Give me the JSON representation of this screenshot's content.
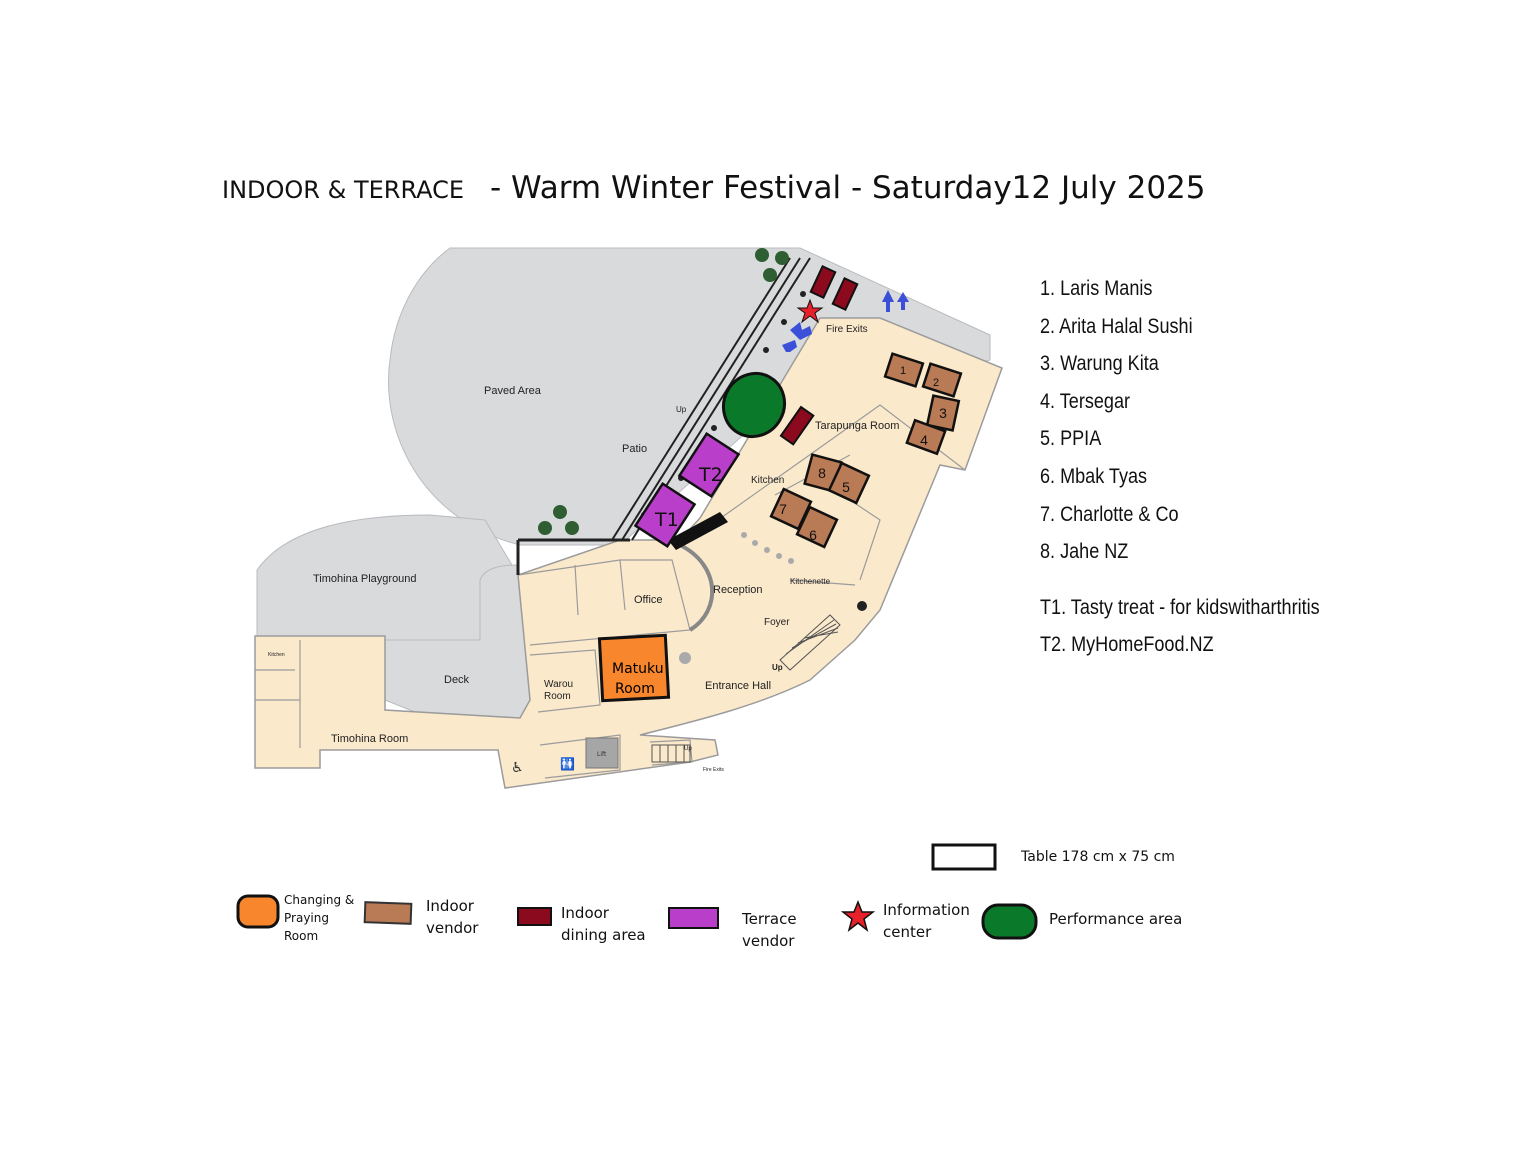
{
  "title": {
    "section": "INDOOR & TERRACE",
    "event": "- Warm Winter Festival - Saturday12 July 2025"
  },
  "map": {
    "areas": {
      "paved_area": "Paved Area",
      "patio": "Patio",
      "timohina_playground": "Timohina   Playground",
      "deck": "Deck",
      "fire_exits": "Fire Exits",
      "tarapunga_room": "Tarapunga    Room",
      "kitchen": "Kitchen",
      "office": "Office",
      "reception": "Reception",
      "foyer": "Foyer",
      "entrance_hall": "Entrance Hall",
      "warou_room_1": "Warou",
      "warou_room_2": "Room",
      "timohina_room": "Timohina    Room",
      "kitchenette": "Kitchenette",
      "up_patio": "Up",
      "up_stairs": "Up",
      "up_bottom": "Up",
      "kitchen_small": "Kitchen",
      "lift": "Lift",
      "fire_exits_small": "Fire Exits",
      "matuku_1": "Matuku",
      "matuku_2": "Room"
    },
    "stalls": [
      {
        "id": "stall-1",
        "label": "1"
      },
      {
        "id": "stall-2",
        "label": "2"
      },
      {
        "id": "stall-3",
        "label": "3"
      },
      {
        "id": "stall-4",
        "label": "4"
      },
      {
        "id": "stall-5",
        "label": "5"
      },
      {
        "id": "stall-6",
        "label": "6"
      },
      {
        "id": "stall-7",
        "label": "7"
      },
      {
        "id": "stall-8",
        "label": "8"
      },
      {
        "id": "stall-t1",
        "label": "T1"
      },
      {
        "id": "stall-t2",
        "label": "T2"
      }
    ]
  },
  "vendors": [
    "1. Laris Manis",
    "2. Arita Halal Sushi",
    "3. Warung Kita",
    "4. Tersegar",
    "5. PPIA",
    "6. Mbak Tyas",
    "7. Charlotte & Co",
    "8. Jahe NZ"
  ],
  "terrace_vendors": [
    "T1. Tasty treat - for kidswitharthritis",
    "T2. MyHomeFood.NZ"
  ],
  "legend": {
    "table": "Table 178 cm x 75 cm",
    "changing_room": [
      "Changing &",
      "Praying",
      "Room"
    ],
    "indoor_vendor": [
      "Indoor",
      "vendor"
    ],
    "indoor_dining": [
      "Indoor",
      "dining area"
    ],
    "terrace_vendor": [
      "Terrace",
      "vendor"
    ],
    "information_center": [
      "Information",
      "center"
    ],
    "performance_area": "Performance area"
  },
  "colors": {
    "floor": "#fbe9cc",
    "paved": "#d9dadc",
    "indoor_vendor": "#b97a56",
    "dining": "#8b0a1e",
    "terrace_vendor": "#b93ec9",
    "changing_room": "#f8862c",
    "performance": "#0a7a2a",
    "star": "#e8202a",
    "arrow": "#3b4fd8"
  }
}
